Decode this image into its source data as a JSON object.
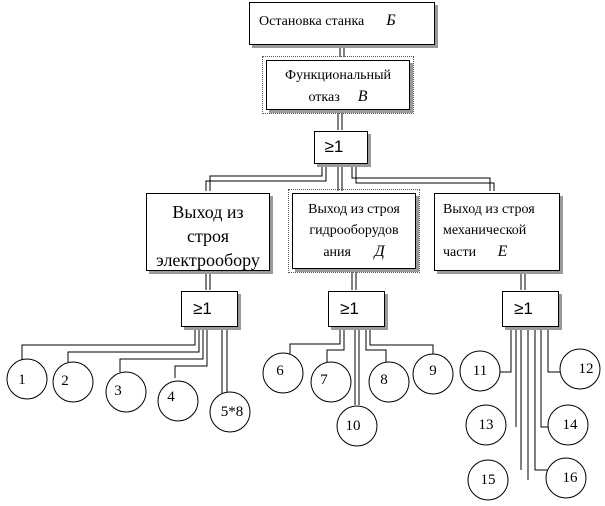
{
  "top_event": {
    "label": "Остановка станка",
    "symbol": "Б"
  },
  "functional_failure": {
    "line1": "Функциональный",
    "line2": "отказ",
    "symbol": "В"
  },
  "gate_symbol": "≥1",
  "sub_events": {
    "electrical": {
      "line1": "Выход из",
      "line2": "строя",
      "line3": "электрообору"
    },
    "hydraulic": {
      "line1": "Выход из строя",
      "line2": "гидрооборудов",
      "line3": "ания",
      "symbol": "Д"
    },
    "mechanical": {
      "line1": "Выход из строя",
      "line2": "механической",
      "line3": "части",
      "symbol": "Е"
    }
  },
  "basic_events": [
    "1",
    "2",
    "3",
    "4",
    "5*8",
    "6",
    "7",
    "8",
    "9",
    "10",
    "11",
    "12",
    "13",
    "14",
    "15",
    "16"
  ]
}
